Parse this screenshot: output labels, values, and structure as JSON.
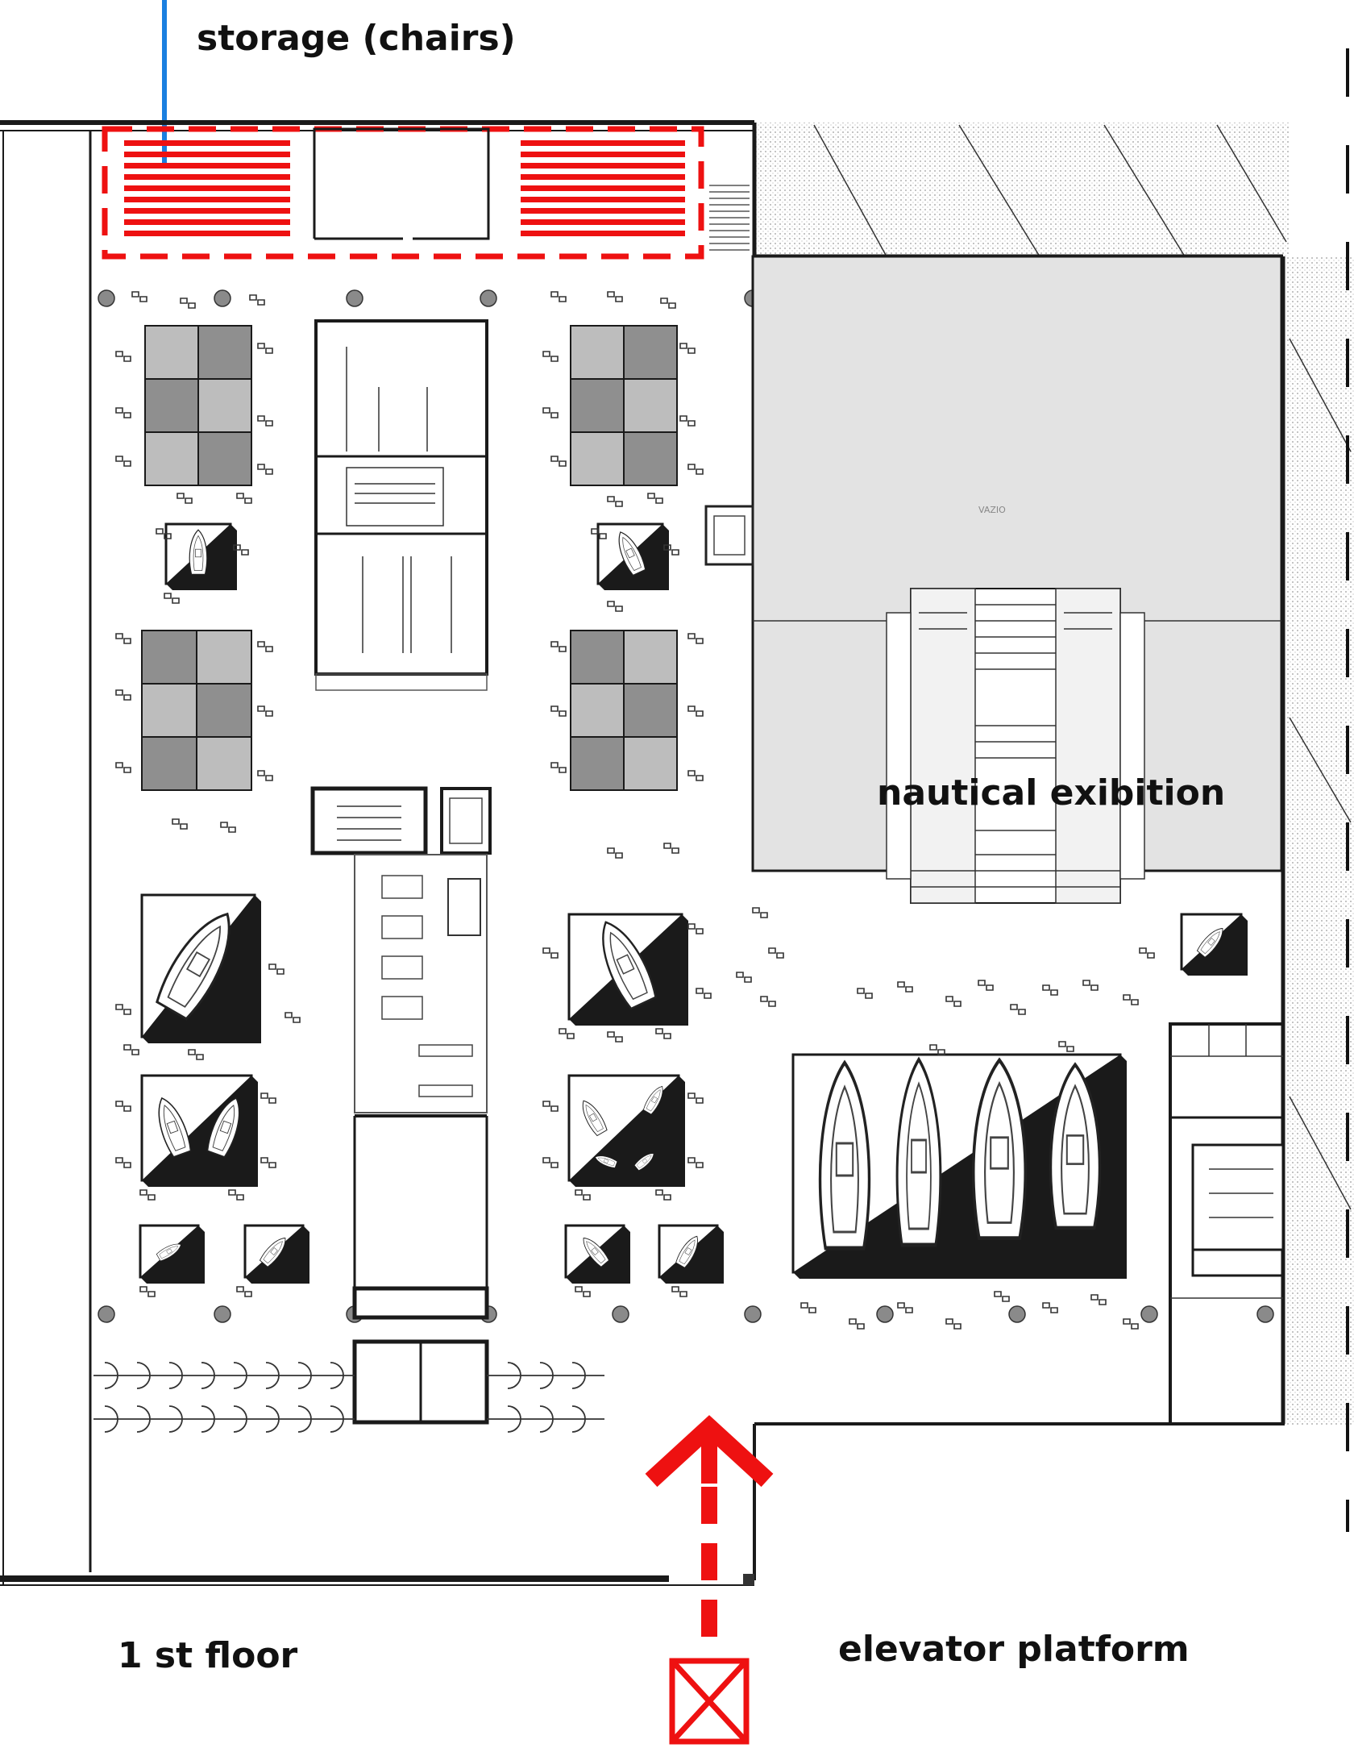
{
  "labels": {
    "storage": "storage (chairs)",
    "nautical": "nautical exibition",
    "floor": "1 st floor",
    "elevator": "elevator platform",
    "void": "VAZIO"
  },
  "colors": {
    "highlight": "#ee1111",
    "leader": "#1a7fe0",
    "void_fill": "#e3e3e3",
    "tile_light": "#bdbdbd",
    "tile_dark": "#8f8f8f",
    "wall": "#1a1a1a"
  },
  "icons": [
    "boat-icon",
    "elevator-icon",
    "arrow-up-icon"
  ]
}
